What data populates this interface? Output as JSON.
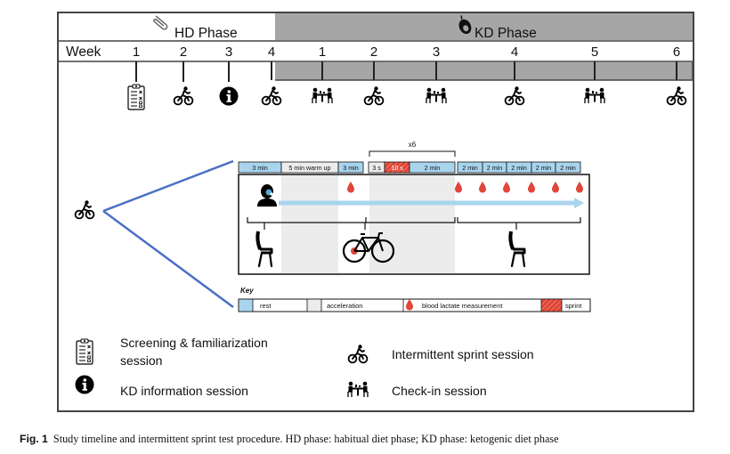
{
  "phases": [
    {
      "label": "HD Phase",
      "icon": "paperclip-icon"
    },
    {
      "label": "KD Phase",
      "icon": "avocado-icon"
    }
  ],
  "week_label": "Week",
  "weeks": [
    {
      "label": "1",
      "session": "screening"
    },
    {
      "label": "2",
      "session": "sprint"
    },
    {
      "label": "3",
      "session": "info"
    },
    {
      "label": "4",
      "session": "sprint"
    },
    {
      "label": "1",
      "session": "checkin"
    },
    {
      "label": "2",
      "session": "sprint"
    },
    {
      "label": "3",
      "session": "checkin"
    },
    {
      "label": "4",
      "session": "sprint"
    },
    {
      "label": "5",
      "session": "checkin"
    },
    {
      "label": "6",
      "session": "sprint"
    }
  ],
  "protocol": {
    "repeat_label": "x6",
    "segments": [
      {
        "label": "3 min",
        "kind": "rest"
      },
      {
        "label": "5 min warm up",
        "kind": "acceleration"
      },
      {
        "label": "3 min",
        "kind": "rest"
      },
      {
        "label": "3 s",
        "kind": "acceleration"
      },
      {
        "label": "10 s",
        "kind": "sprint"
      },
      {
        "label": "2 min",
        "kind": "rest"
      },
      {
        "label": "2 min",
        "kind": "rest"
      },
      {
        "label": "2 min",
        "kind": "rest"
      },
      {
        "label": "2 min",
        "kind": "rest"
      },
      {
        "label": "2 min",
        "kind": "rest"
      },
      {
        "label": "2 min",
        "kind": "rest"
      }
    ]
  },
  "key": {
    "title": "Key",
    "items": [
      {
        "label": "rest",
        "kind": "rest"
      },
      {
        "label": "acceleration",
        "kind": "acceleration"
      },
      {
        "label": "blood lactate measurement",
        "kind": "drop"
      },
      {
        "label": "sprint",
        "kind": "sprint"
      }
    ]
  },
  "legend": [
    {
      "label": "Screening & familiarization session",
      "icon": "clipboard-icon"
    },
    {
      "label": "Intermittent sprint session",
      "icon": "cyclist-icon"
    },
    {
      "label": "KD information session",
      "icon": "info-icon"
    },
    {
      "label": "Check-in session",
      "icon": "meeting-icon"
    }
  ],
  "caption": {
    "figure_label": "Fig. 1",
    "text": "Study timeline and intermittent sprint test procedure. HD phase: habitual diet phase; KD phase: ketogenic diet phase"
  },
  "colors": {
    "rest": "#a9d4ee",
    "acceleration": "#ececec",
    "sprint": "#e04535",
    "drop": "#e0463a",
    "kd_band": "#a6a6a6",
    "arrow": "#a9d4ee",
    "fan": "#4a6fc6",
    "frame": "#444444"
  }
}
